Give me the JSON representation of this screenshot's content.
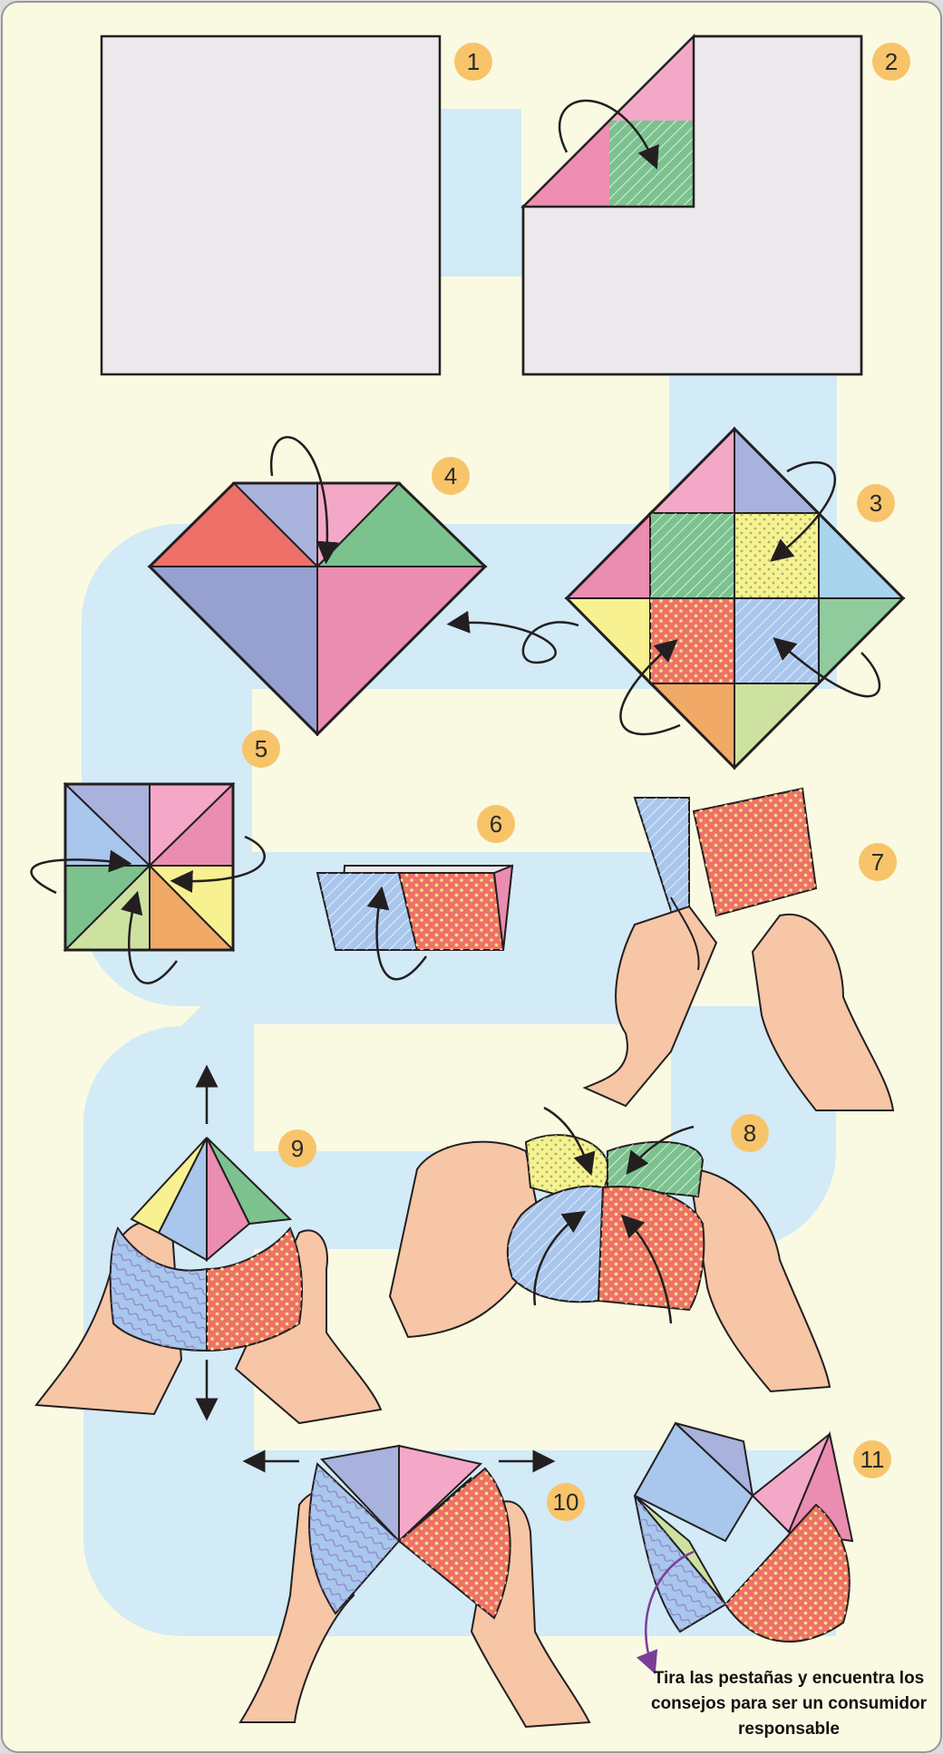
{
  "theme": {
    "background": "#fafae3",
    "path": "#d3eaf7",
    "paper": "#ebe9eb",
    "badge": "#f8c46a",
    "outline": "#231f20",
    "skin": "#f6c6a6",
    "skin_shadow": "#e8a384",
    "blue": "#a9c6ec",
    "pink": "#f4a8c8",
    "hot_pink": "#ea8db1",
    "green": "#7cc28f",
    "yellow": "#f8f191",
    "red": "#ee7169",
    "orange": "#f1a967",
    "lime": "#cde2a0",
    "lavender": "#a9b2dd",
    "periwinkle": "#96a0d1",
    "arrow_purple": "#7b3e98"
  },
  "steps": [
    {
      "number": "1"
    },
    {
      "number": "2"
    },
    {
      "number": "3"
    },
    {
      "number": "4"
    },
    {
      "number": "5"
    },
    {
      "number": "6"
    },
    {
      "number": "7"
    },
    {
      "number": "8"
    },
    {
      "number": "9"
    },
    {
      "number": "10"
    },
    {
      "number": "11"
    }
  ],
  "caption": {
    "line1": "Tira las pestañas y encuentra los",
    "line2": "consejos para ser un consumidor",
    "line3": "responsable"
  }
}
